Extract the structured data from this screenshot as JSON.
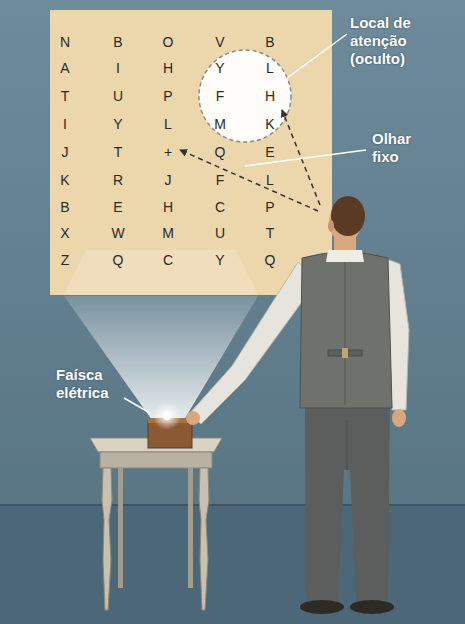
{
  "diagram": {
    "labels": [
      "N",
      "B",
      "O",
      "V",
      "B",
      "A",
      "I",
      "H",
      "Y",
      "L",
      "T",
      "U",
      "P",
      "F",
      "H",
      "I",
      "Y",
      "L",
      "M",
      "K",
      "J",
      "T",
      "+",
      "Q",
      "E",
      "K",
      "R",
      "J",
      "F",
      "L",
      "B",
      "E",
      "H",
      "C",
      "P",
      "X",
      "W",
      "M",
      "U",
      "T",
      "Z",
      "Q",
      "C",
      "Y",
      "Q",
      "Local de atenção (oculto)",
      "Olhar fixo",
      "Faísca elétrica"
    ]
  }
}
